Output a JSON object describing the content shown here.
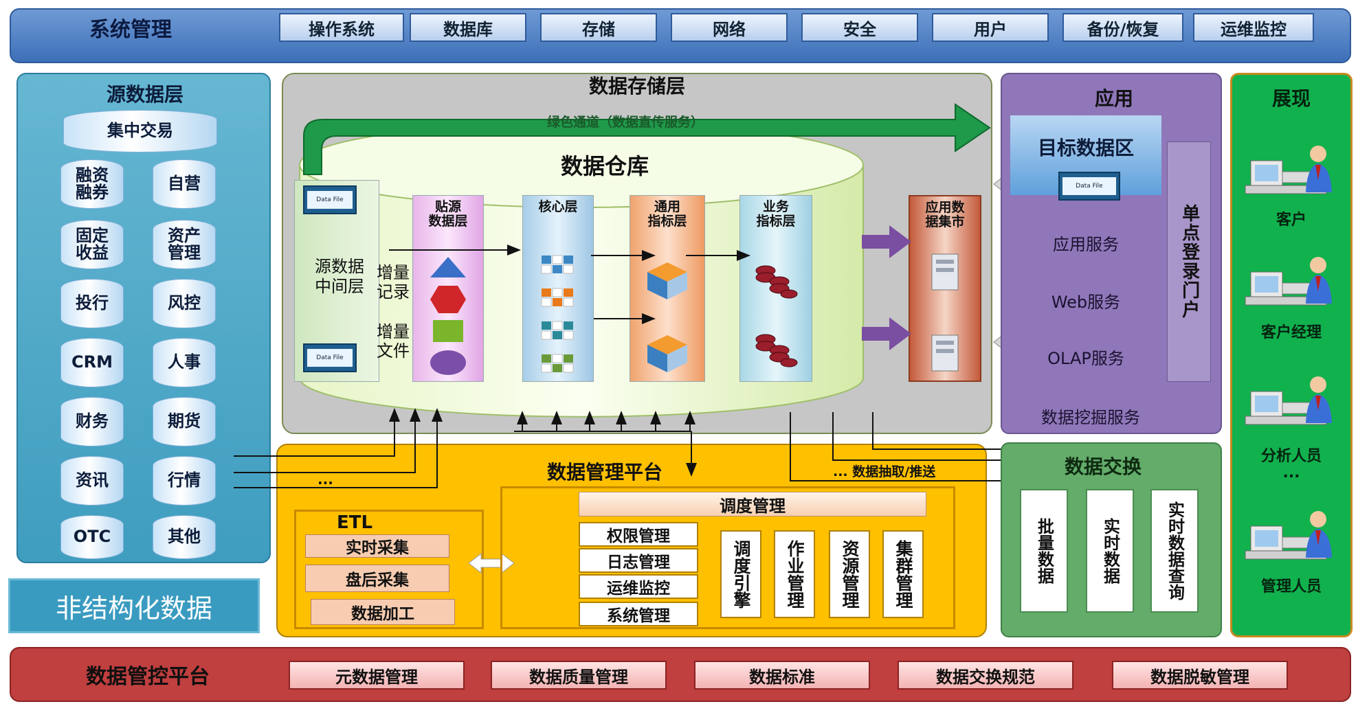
{
  "system_bar": {
    "title": "系统管理",
    "items": [
      "操作系统",
      "数据库",
      "存储",
      "网络",
      "安全",
      "用户",
      "备份/恢复",
      "运维监控"
    ]
  },
  "source_layer": {
    "title": "源数据层",
    "top_item": "集中交易",
    "items": [
      "融资\n融券",
      "自营",
      "固定\n收益",
      "资产\n管理",
      "投行",
      "风控",
      "CRM",
      "人事",
      "财务",
      "期货",
      "资讯",
      "行情",
      "OTC",
      "其他"
    ],
    "ellipsis": "..."
  },
  "unstructured_label": "非结构化数据",
  "storage_layer": {
    "title": "数据存储层",
    "green_channel": "绿色通道（数据直传服务）",
    "warehouse_title": "数据仓库",
    "data_file_label": "Data File",
    "source_middle_layer": "源数据\n中间层",
    "increment_record": "增量\n记录",
    "increment_file": "增量\n文件",
    "layers": [
      "贴源\n数据层",
      "核心层",
      "通用\n指标层",
      "业务\n指标层"
    ],
    "app_data_mart": "应用数\n据集市"
  },
  "application": {
    "title": "应用",
    "target_zone": "目标数据区",
    "services": [
      "应用服务",
      "Web服务",
      "OLAP服务"
    ],
    "mining": "数据挖掘服务",
    "sso": "单点登录门户"
  },
  "display": {
    "title": "展现",
    "users": [
      "客户",
      "客户经理",
      "分析人员",
      "管理人员"
    ],
    "ellipsis": "..."
  },
  "management_platform": {
    "title": "数据管理平台",
    "etl": {
      "title": "ETL",
      "items": [
        "实时采集",
        "盘后采集",
        "数据加工"
      ]
    },
    "scheduling": "调度管理",
    "left_items": [
      "权限管理",
      "日志管理",
      "运维监控",
      "系统管理"
    ],
    "vertical_items": [
      "调度引擎",
      "作业管理",
      "资源管理",
      "集群管理"
    ],
    "extract_label": "... 数据抽取/推送"
  },
  "data_exchange": {
    "title": "数据交换",
    "items": [
      "批量数据",
      "实时数据",
      "实时数据查询"
    ]
  },
  "control_bar": {
    "title": "数据管控平台",
    "items": [
      "元数据管理",
      "数据质量管理",
      "数据标准",
      "数据交换规范",
      "数据脱敏管理"
    ]
  },
  "colors": {
    "system_bar": "#4f7fc4",
    "source_layer": "#4aa8c8",
    "storage_layer": "#c6c6c6",
    "application": "#8f77b9",
    "display": "#11b14e",
    "management_platform": "#ffc000",
    "data_exchange": "#63ac6a",
    "control_bar": "#c03f3f",
    "green_channel": "#1f9a4a",
    "purple_arrow": "#7a4ea0"
  }
}
